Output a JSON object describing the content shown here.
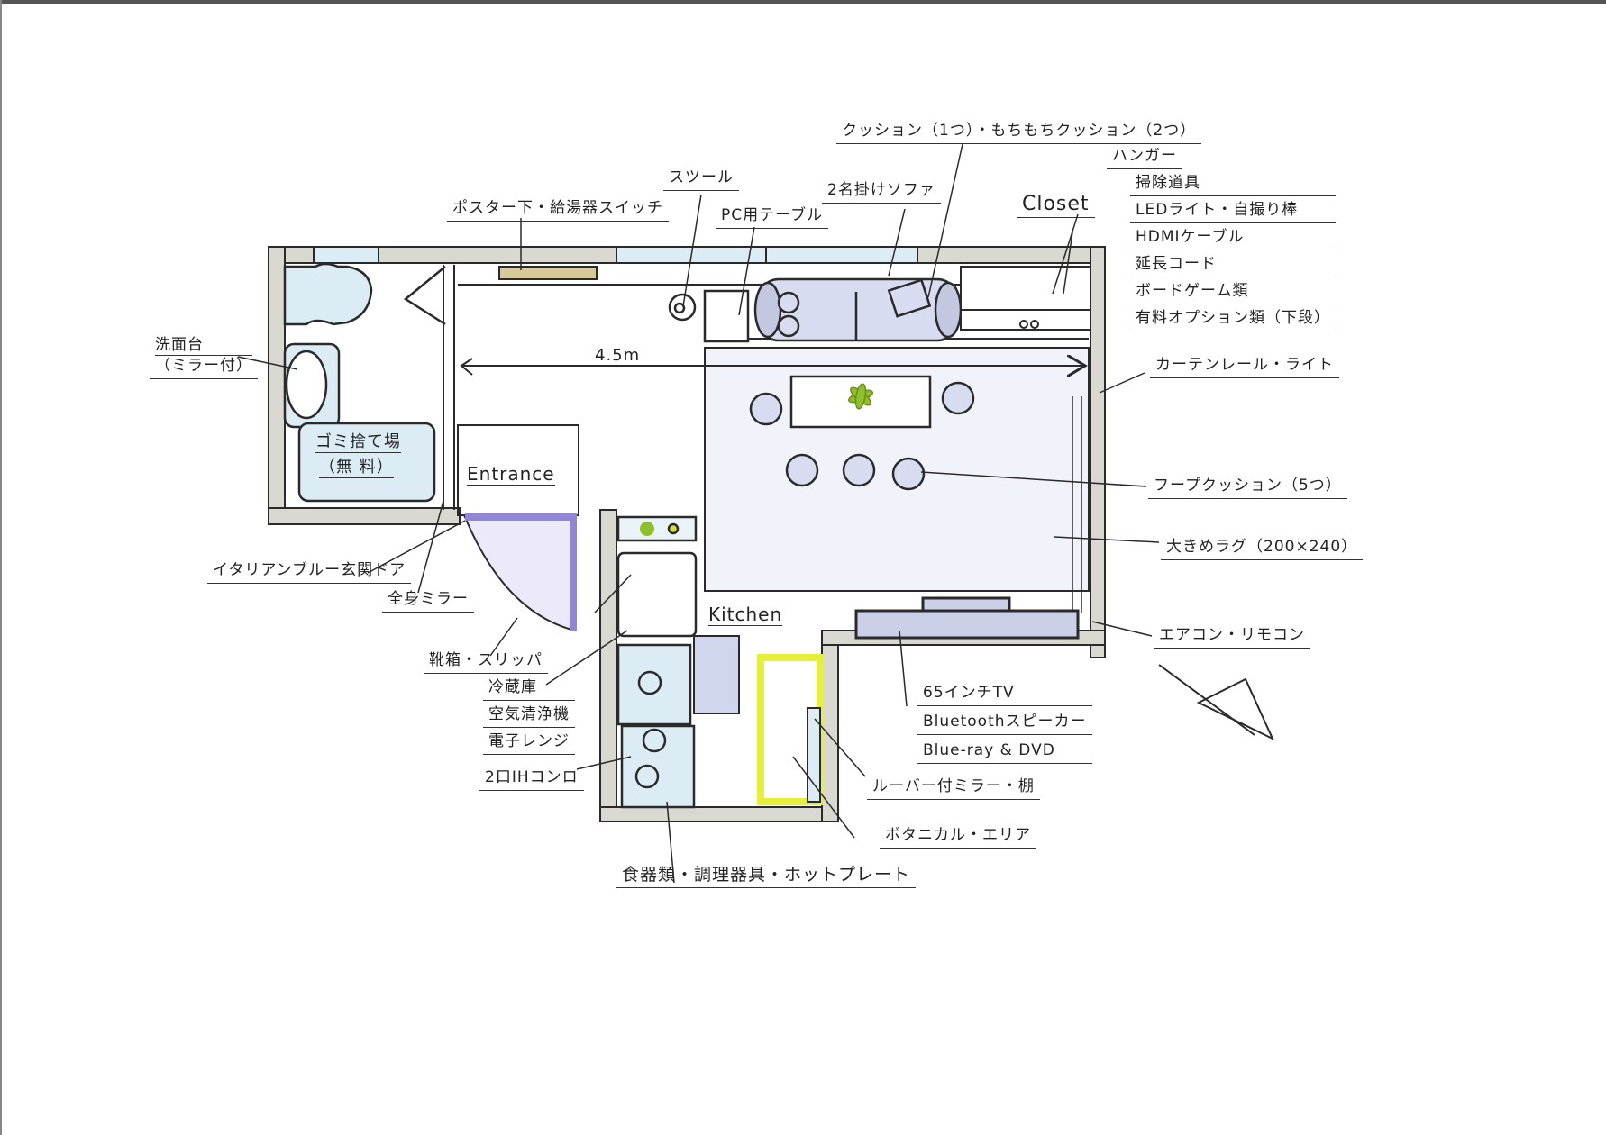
{
  "title": "Room floor plan sketch",
  "dimension": {
    "width_label": "4.5m"
  },
  "rooms": {
    "entrance": "Entrance",
    "kitchen": "Kitchen",
    "closet": "Closet",
    "garbage": {
      "line1": "ゴミ捨て場",
      "line2": "（無 料）"
    }
  },
  "labels": {
    "washbasin": {
      "line1": "洗面台",
      "line2": "（ミラー付）"
    },
    "poster_switch": "ポスター下・給湯器スイッチ",
    "stool": "スツール",
    "pc_table": "PC用テーブル",
    "sofa": "2名掛けソファ",
    "cushions": "クッション（1つ）・もちもちクッション（2つ）",
    "hanger": "ハンガー",
    "closet_items": [
      "掃除道具",
      "LEDライト・自撮り棒",
      "HDMIケーブル",
      "延長コード",
      "ボードゲーム類",
      "有料オプション類（下段）"
    ],
    "curtain_rail": "カーテンレール・ライト",
    "hoop_cushion": "フープクッション（5つ）",
    "rug": "大きめラグ（200×240）",
    "aircon": "エアコン・リモコン",
    "tv_items": [
      "65インチTV",
      "Bluetoothスピーカー",
      "Blue-ray & DVD"
    ],
    "louver_mirror": "ルーバー付ミラー・棚",
    "botanical": "ボタニカル・エリア",
    "tableware": "食器類・調理器具・ホットプレート",
    "door": "イタリアンブルー玄関ドア",
    "full_mirror": "全身ミラー",
    "shoe_box": "靴箱・スリッパ",
    "appliances": [
      "冷蔵庫",
      "空気清浄機",
      "電子レンジ"
    ],
    "ih_stove": "2口IHコンロ"
  },
  "colors": {
    "wall": "#d9d9d2",
    "water_blue": "#dcecf5",
    "furniture_lavender": "#d7dcf0",
    "door_purple": "#8f86d6",
    "botanical_yellow": "#e6ef3a",
    "plant_green": "#8fbf2a",
    "poster_tan": "#d8c99a",
    "line": "#2a2a2a"
  }
}
